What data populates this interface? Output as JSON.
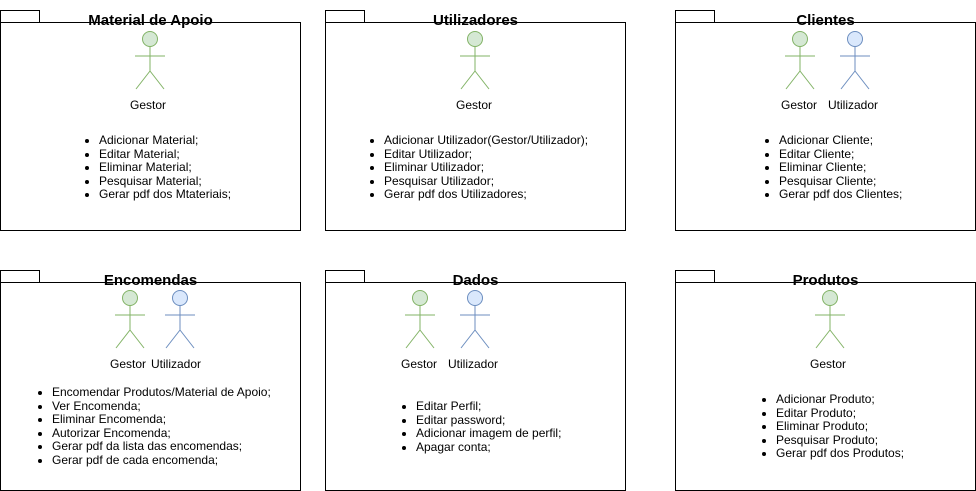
{
  "packages": {
    "material": {
      "title": "Material de Apoio",
      "actors": [
        "Gestor"
      ],
      "items": [
        "Adicionar Material;",
        "Editar Material;",
        "Eliminar Material;",
        "Pesquisar Material;",
        "Gerar pdf dos Mtateriais;"
      ]
    },
    "utilizadores": {
      "title": "Utilizadores",
      "actors": [
        "Gestor"
      ],
      "items": [
        "Adicionar Utilizador(Gestor/Utilizador);",
        "Editar Utilizador;",
        "Eliminar Utilizador;",
        "Pesquisar Utilizador;",
        "Gerar pdf dos Utilizadores;"
      ]
    },
    "clientes": {
      "title": "Clientes",
      "actors": [
        "Gestor",
        "Utilizador"
      ],
      "items": [
        "Adicionar Cliente;",
        "Editar Cliente;",
        "Eliminar Cliente;",
        "Pesquisar Cliente;",
        "Gerar pdf dos Clientes;"
      ]
    },
    "encomendas": {
      "title": "Encomendas",
      "actors": [
        "Gestor",
        "Utilizador"
      ],
      "items": [
        "Encomendar Produtos/Material de Apoio;",
        "Ver Encomenda;",
        "Eliminar Encomenda;",
        "Autorizar Encomenda;",
        "Gerar pdf da lista das encomendas;",
        "Gerar pdf de cada encomenda;"
      ]
    },
    "dados": {
      "title": "Dados",
      "actors": [
        "Gestor",
        "Utilizador"
      ],
      "items": [
        "Editar Perfil;",
        "Editar password;",
        "Adicionar imagem de perfil;",
        "Apagar conta;"
      ]
    },
    "produtos": {
      "title": "Produtos",
      "actors": [
        "Gestor"
      ],
      "items": [
        "Adicionar Produto;",
        "Editar Produto;",
        "Eliminar Produto;",
        "Pesquisar Produto;",
        "Gerar pdf dos Produtos;"
      ]
    }
  },
  "colors": {
    "gestor_fill": "#d5e8d4",
    "gestor_stroke": "#82b366",
    "utilizador_fill": "#dae8fc",
    "utilizador_stroke": "#6c8ebf"
  }
}
